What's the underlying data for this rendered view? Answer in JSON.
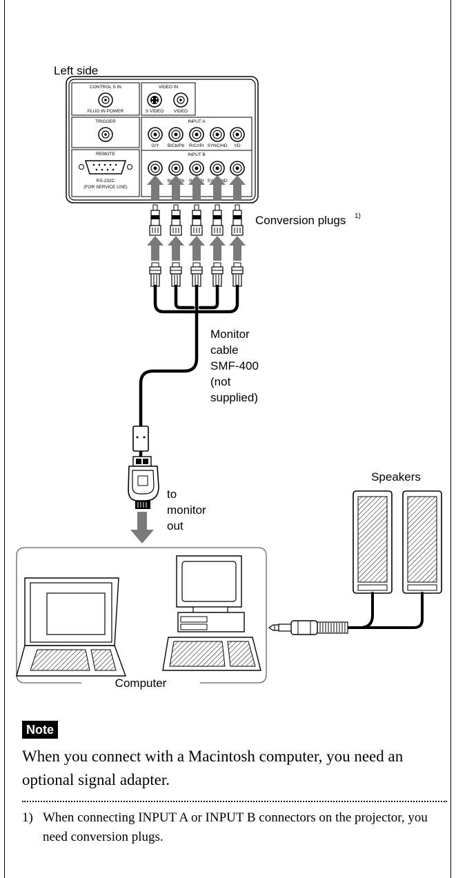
{
  "diagram": {
    "title_left_side": "Left side",
    "panel": {
      "control_s_in": "CONTROL S IN",
      "plug_in_power": "PLUG IN POWER",
      "video_in": "VIDEO IN",
      "s_video": "S VIDEO",
      "video": "VIDEO",
      "trigger": "TRIGGER",
      "input_a": "INPUT A",
      "input_b": "INPUT B",
      "remote": "REMOTE",
      "rs232c": "RS-232C",
      "service_use": "(FOR SERVICE USE)",
      "port_labels": [
        "G/Y",
        "B/Cb/Pb",
        "R/Cr/Pr",
        "SYNC/HD",
        "VD"
      ]
    },
    "conversion_plugs": "Conversion plugs",
    "conversion_plugs_sup": "1)",
    "monitor_cable": [
      "Monitor",
      "cable",
      "SMF-400",
      "(not",
      "supplied)"
    ],
    "to_monitor_out": [
      "to",
      "monitor",
      "out"
    ],
    "speakers": "Speakers",
    "computer": "Computer"
  },
  "note": {
    "badge": "Note",
    "text": "When you connect with a Macintosh computer, you need an optional signal adapter."
  },
  "footnote": {
    "mark": "1)",
    "text": "When connecting INPUT A or INPUT B connectors on the projector, you need conversion plugs."
  }
}
